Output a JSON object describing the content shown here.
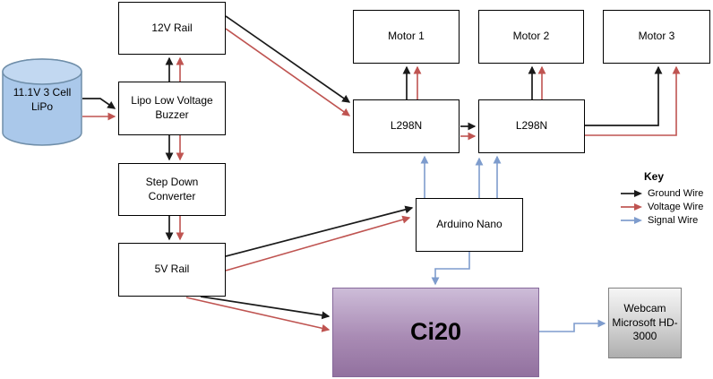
{
  "nodes": {
    "battery": "11.1V 3 Cell LiPo",
    "rail_12v": "12V Rail",
    "lipo_buzzer": "Lipo Low Voltage Buzzer",
    "step_down": "Step Down Converter",
    "rail_5v": "5V Rail",
    "motor_1": "Motor 1",
    "motor_2": "Motor 2",
    "motor_3": "Motor 3",
    "l298n_left": "L298N",
    "l298n_right": "L298N",
    "arduino": "Arduino Nano",
    "ci20": "Ci20",
    "webcam": "Webcam Microsoft HD-3000"
  },
  "key": {
    "title": "Key",
    "entries": [
      {
        "label": "Ground Wire",
        "color": "#1a1a1a"
      },
      {
        "label": "Voltage Wire",
        "color": "#bf5451"
      },
      {
        "label": "Signal Wire",
        "color": "#7e9ccd"
      }
    ]
  },
  "wire_colors": {
    "ground": "#1a1a1a",
    "voltage": "#bf5451",
    "signal": "#7e9ccd"
  },
  "node_colors": {
    "battery_fill": "#aac8ea",
    "battery_stroke": "#6f8ea9",
    "ci20_fill_top": "#cdbcd8",
    "ci20_fill_bottom": "#92719f",
    "webcam_fill_top": "#f5f5f5",
    "webcam_fill_bottom": "#aeaeae"
  },
  "connections": [
    {
      "from": "battery",
      "to": "lipo_buzzer",
      "type": "ground"
    },
    {
      "from": "battery",
      "to": "lipo_buzzer",
      "type": "voltage"
    },
    {
      "from": "lipo_buzzer",
      "to": "rail_12v",
      "type": "ground"
    },
    {
      "from": "lipo_buzzer",
      "to": "rail_12v",
      "type": "voltage"
    },
    {
      "from": "lipo_buzzer",
      "to": "step_down",
      "type": "ground"
    },
    {
      "from": "lipo_buzzer",
      "to": "step_down",
      "type": "voltage"
    },
    {
      "from": "step_down",
      "to": "rail_5v",
      "type": "ground"
    },
    {
      "from": "step_down",
      "to": "rail_5v",
      "type": "voltage"
    },
    {
      "from": "rail_12v",
      "to": "l298n_left",
      "type": "ground"
    },
    {
      "from": "rail_12v",
      "to": "l298n_left",
      "type": "voltage"
    },
    {
      "from": "l298n_left",
      "to": "motor_1",
      "type": "ground"
    },
    {
      "from": "l298n_left",
      "to": "motor_1",
      "type": "voltage"
    },
    {
      "from": "l298n_left",
      "to": "l298n_right",
      "type": "ground"
    },
    {
      "from": "l298n_left",
      "to": "l298n_right",
      "type": "voltage"
    },
    {
      "from": "l298n_right",
      "to": "motor_2",
      "type": "ground"
    },
    {
      "from": "l298n_right",
      "to": "motor_2",
      "type": "voltage"
    },
    {
      "from": "l298n_right",
      "to": "motor_3",
      "type": "ground"
    },
    {
      "from": "l298n_right",
      "to": "motor_3",
      "type": "voltage"
    },
    {
      "from": "rail_5v",
      "to": "arduino",
      "type": "ground"
    },
    {
      "from": "rail_5v",
      "to": "arduino",
      "type": "voltage"
    },
    {
      "from": "rail_5v",
      "to": "ci20",
      "type": "ground"
    },
    {
      "from": "rail_5v",
      "to": "ci20",
      "type": "voltage"
    },
    {
      "from": "arduino",
      "to": "l298n_left",
      "type": "signal"
    },
    {
      "from": "arduino",
      "to": "l298n_right",
      "type": "signal"
    },
    {
      "from": "arduino",
      "to": "l298n_right",
      "type": "signal"
    },
    {
      "from": "arduino",
      "to": "ci20",
      "type": "signal"
    },
    {
      "from": "ci20",
      "to": "webcam",
      "type": "signal"
    }
  ]
}
